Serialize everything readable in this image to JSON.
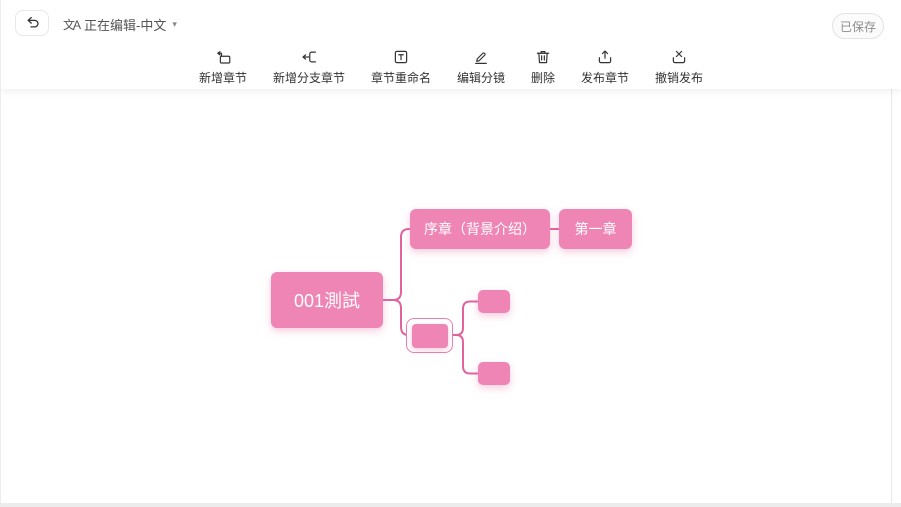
{
  "header": {
    "language_status": "正在编辑-中文",
    "saved_button_label": "已保存"
  },
  "toolbar": {
    "items": [
      {
        "label": "新增章节",
        "icon": "add-chapter-icon"
      },
      {
        "label": "新增分支章节",
        "icon": "add-branch-chapter-icon"
      },
      {
        "label": "章节重命名",
        "icon": "rename-chapter-icon"
      },
      {
        "label": "编辑分镜",
        "icon": "edit-storyboard-icon"
      },
      {
        "label": "删除",
        "icon": "delete-icon"
      },
      {
        "label": "发布章节",
        "icon": "publish-chapter-icon"
      },
      {
        "label": "撤销发布",
        "icon": "unpublish-icon"
      }
    ]
  },
  "mindmap": {
    "root": {
      "label": "001測試",
      "selected": false
    },
    "prologue": {
      "label": "序章（背景介绍）",
      "selected": false
    },
    "chapter1": {
      "label": "第一章",
      "selected": false
    },
    "empty_node": {
      "label": "",
      "selected": true
    },
    "child1": {
      "label": "",
      "selected": false
    },
    "child2": {
      "label": "",
      "selected": false
    },
    "colors": {
      "node_fill": "#ee85b5",
      "connector": "#e0639e",
      "selection_ring": "#ec7fb0"
    }
  }
}
